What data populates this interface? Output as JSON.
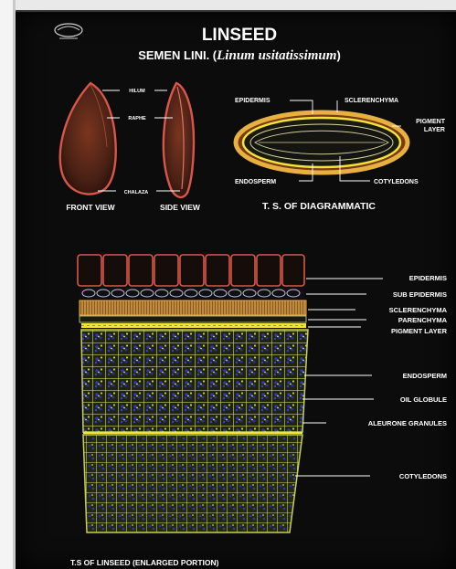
{
  "header": {
    "title": "LINSEED",
    "subtitle_prefix": "SEMEN LINI. (",
    "subtitle_latin": "Linum usitatissimum",
    "subtitle_suffix": ")"
  },
  "seed_views": {
    "front_label": "FRONT VIEW",
    "side_label": "SIDE VIEW",
    "labels": {
      "hilum": "HILUM",
      "raphe": "RAPHE",
      "chalaza": "CHALAZA"
    }
  },
  "diagrammatic_ts": {
    "title": "T. S. OF DIAGRAMMATIC",
    "labels": {
      "epidermis": "EPIDERMIS",
      "sclerenchyma": "SCLERENCHYMA",
      "pigment_line1": "PIGMENT",
      "pigment_line2": "LAYER",
      "endosperm": "ENDOSPERM",
      "cotyledons": "COTYLEDONS"
    }
  },
  "enlarged_ts": {
    "title": "T.S OF LINSEED (ENLARGED PORTION)",
    "labels": [
      "EPIDERMIS",
      "SUB EPIDERMIS",
      "SCLERENCHYMA",
      "PARENCHYMA",
      "PIGMENT LAYER",
      "ENDOSPERM",
      "OIL GLOBULE",
      "ALEURONE GRANULES",
      "COTYLEDONS"
    ]
  },
  "colors": {
    "background": "#0c0c0c",
    "epidermis": "#d9574a",
    "seed_body": "#4a2115",
    "tissue": "#c8cf55",
    "pigment": "#f2e33a",
    "granule": "#2b2f9c",
    "sclerenchyma": "#c98a3a"
  }
}
